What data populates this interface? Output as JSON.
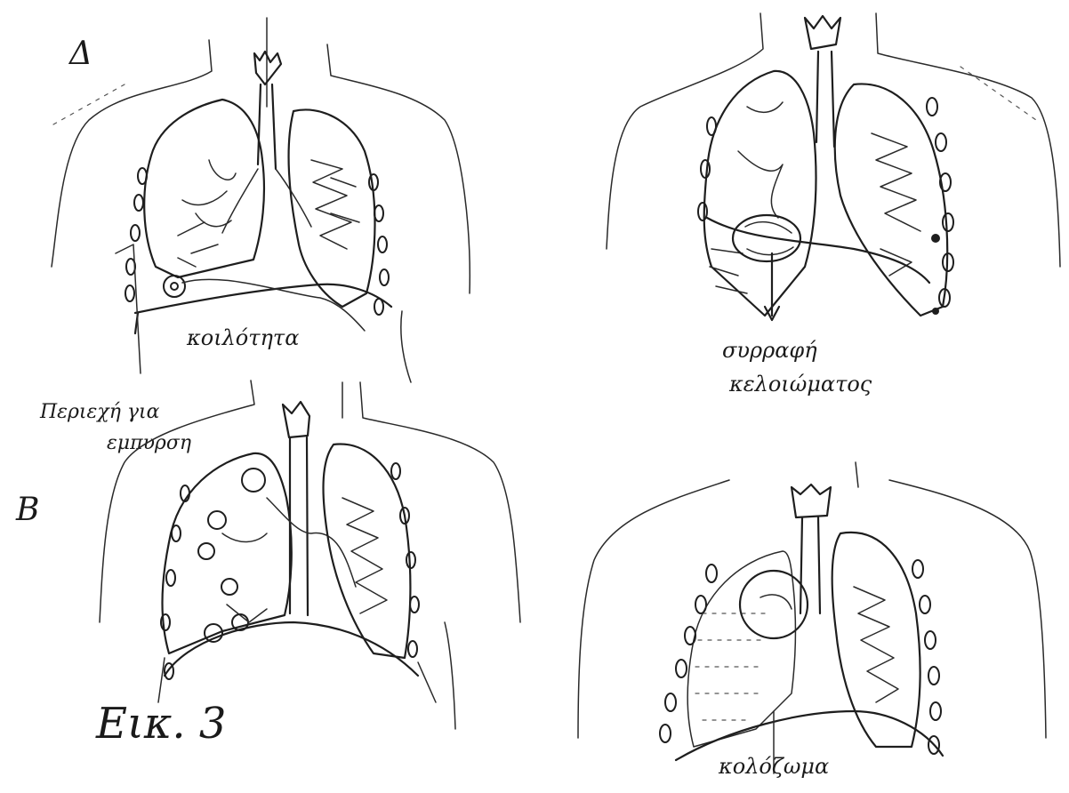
{
  "panels": {
    "top_left": {
      "letter": "Δ",
      "label": "κοιλότητα"
    },
    "top_right": {
      "label_line1": "συρραφή",
      "label_line2": "κελοιώματος"
    },
    "bottom_left": {
      "letter": "B",
      "caption": "Εικ. 3"
    },
    "bottom_right": {
      "label": "κολόζωμα"
    }
  },
  "drain_note": {
    "line1": "Περιεχή για",
    "line2": "εμπυρση"
  },
  "ink_color": "#1e1e1e"
}
